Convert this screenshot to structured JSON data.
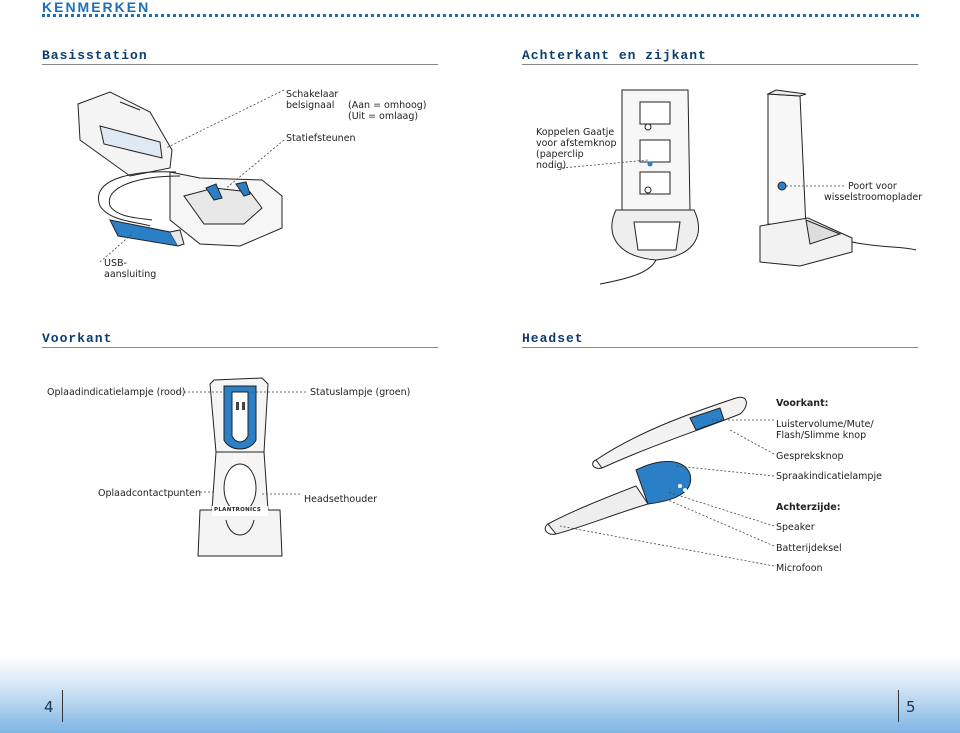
{
  "header": {
    "title": "KENMERKEN"
  },
  "sections": {
    "base": "Basisstation",
    "back": "Achterkant en zijkant",
    "front": "Voorkant",
    "headset": "Headset"
  },
  "labels": {
    "switch_line1": "Schakelaar",
    "switch_line2": "belsignaal",
    "switch_on": "(Aan = omhoog)",
    "switch_off": "(Uit = omlaag)",
    "stand_supports": "Statiefsteunen",
    "usb_line1": "USB-",
    "usb_line2": "aansluiting",
    "pair_line1": "Koppelen Gaatje",
    "pair_line2": "voor afstemknop",
    "pair_line3": "(paperclip",
    "pair_line4": "nodig)",
    "port_line1": "Poort voor",
    "port_line2": "wisselstroomoplader",
    "charge_led": "Oplaadindicatielampje (rood)",
    "status_led": "Statuslampje (groen)",
    "charge_contacts": "Oplaadcontactpunten",
    "headset_holder": "Headsethouder",
    "front_heading": "Voorkant:",
    "volume_line1": "Luistervolume/Mute/",
    "volume_line2": "Flash/Slimme knop",
    "call_button": "Gespreksknop",
    "speech_led": "Spraakindicatielampje",
    "back_heading": "Achterzijde:",
    "speaker": "Speaker",
    "battery_cover": "Batterijdeksel",
    "microphone": "Microfoon",
    "brand_logo": "PLANTRONICS"
  },
  "footer": {
    "left_page": "4",
    "right_page": "5"
  },
  "colors": {
    "accent": "#1e6fb8",
    "heading": "#0b3d6e",
    "device_blue": "#2a7fc7"
  }
}
